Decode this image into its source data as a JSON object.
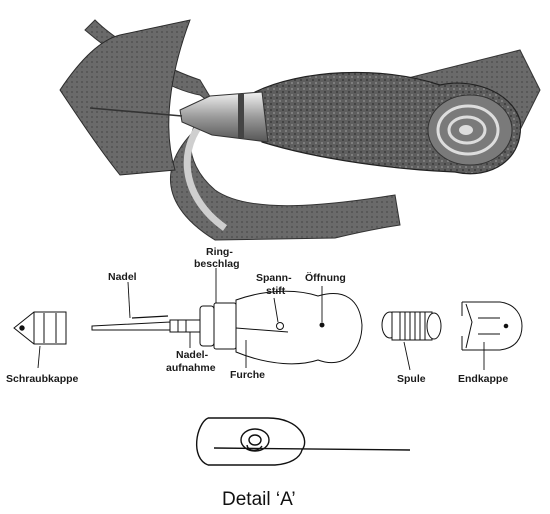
{
  "labels": {
    "nadel": "Nadel",
    "ringbeschlag_1": "Ring-",
    "ringbeschlag_2": "beschlag",
    "spannstift_1": "Spann-",
    "spannstift_2": "stift",
    "oeffnung": "Öffnung",
    "schraubkappe": "Schraubkappe",
    "nadelaufnahme_1": "Nadel-",
    "nadelaufnahme_2": "aufnahme",
    "furche": "Furche",
    "spule": "Spule",
    "endkappe": "Endkappe"
  },
  "detail_caption": "Detail ‘A’"
}
